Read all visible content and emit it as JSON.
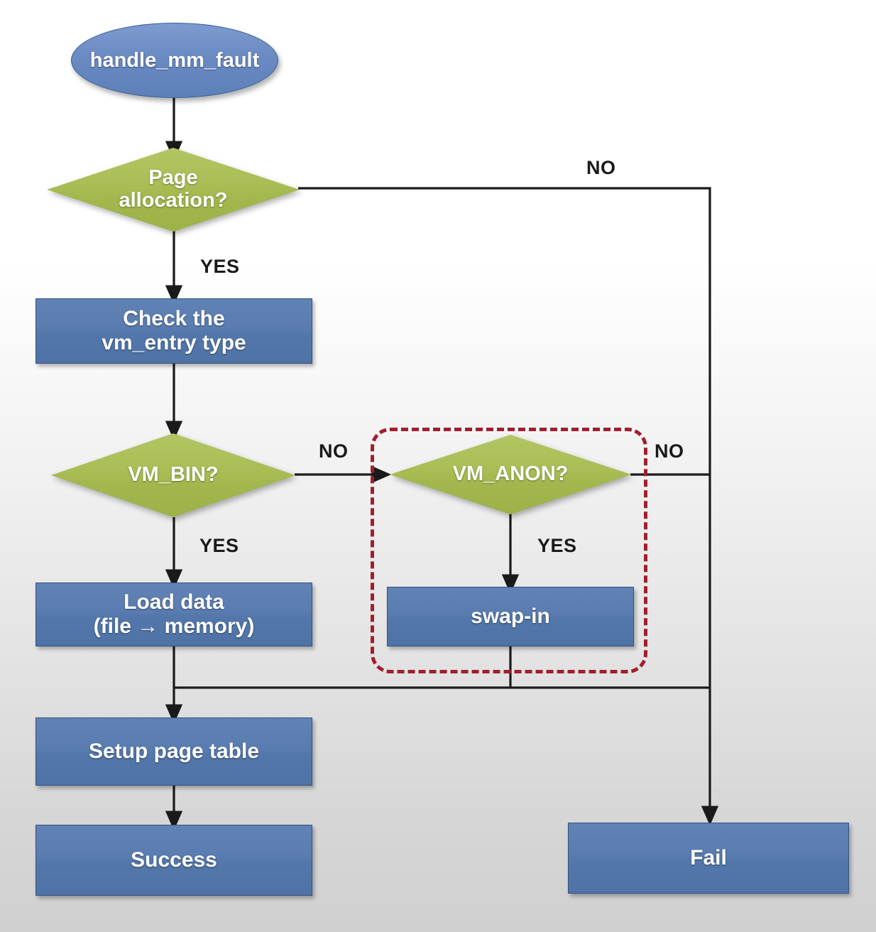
{
  "diagram": {
    "title": "handle_mm_fault page fault flowchart",
    "colors": {
      "process_fill": "#5a7cb0",
      "terminal_fill": "#6d8cc4",
      "decision_fill": "#a9bd55",
      "connector": "#1a1a1a",
      "highlight_dashed": "#a01f2d",
      "label_text": "#1a1a1a",
      "node_text": "#ffffff"
    },
    "nodes": [
      {
        "id": "handle_mm_fault",
        "shape": "ellipse",
        "label": "handle_mm_fault"
      },
      {
        "id": "page_allocation",
        "shape": "diamond",
        "label": "Page\nallocation?"
      },
      {
        "id": "check_vm_entry",
        "shape": "process",
        "label": "Check the\nvm_entry type"
      },
      {
        "id": "vm_bin",
        "shape": "diamond",
        "label": "VM_BIN?"
      },
      {
        "id": "vm_anon",
        "shape": "diamond",
        "label": "VM_ANON?"
      },
      {
        "id": "load_data",
        "shape": "process",
        "label": "Load data\n(file → memory)"
      },
      {
        "id": "swap_in",
        "shape": "process",
        "label": "swap-in"
      },
      {
        "id": "setup_page_table",
        "shape": "process",
        "label": "Setup page table"
      },
      {
        "id": "success",
        "shape": "process",
        "label": "Success"
      },
      {
        "id": "fail",
        "shape": "process",
        "label": "Fail"
      }
    ],
    "edge_labels": {
      "page_alloc_no": "NO",
      "page_alloc_yes": "YES",
      "vm_bin_no": "NO",
      "vm_bin_yes": "YES",
      "vm_anon_no": "NO",
      "vm_anon_yes": "YES"
    },
    "edges": [
      {
        "from": "handle_mm_fault",
        "to": "page_allocation",
        "label": ""
      },
      {
        "from": "page_allocation",
        "to": "fail",
        "label": "NO"
      },
      {
        "from": "page_allocation",
        "to": "check_vm_entry",
        "label": "YES"
      },
      {
        "from": "check_vm_entry",
        "to": "vm_bin",
        "label": ""
      },
      {
        "from": "vm_bin",
        "to": "vm_anon",
        "label": "NO"
      },
      {
        "from": "vm_bin",
        "to": "load_data",
        "label": "YES"
      },
      {
        "from": "vm_anon",
        "to": "fail",
        "label": "NO"
      },
      {
        "from": "vm_anon",
        "to": "swap_in",
        "label": "YES"
      },
      {
        "from": "load_data",
        "to": "setup_page_table",
        "label": ""
      },
      {
        "from": "swap_in",
        "to": "setup_page_table",
        "label": ""
      },
      {
        "from": "setup_page_table",
        "to": "success",
        "label": ""
      }
    ],
    "highlight_group": {
      "name": "swap-in-path-highlight",
      "members": [
        "vm_anon",
        "swap_in"
      ],
      "style": "red-dashed-rounded-rectangle"
    }
  }
}
